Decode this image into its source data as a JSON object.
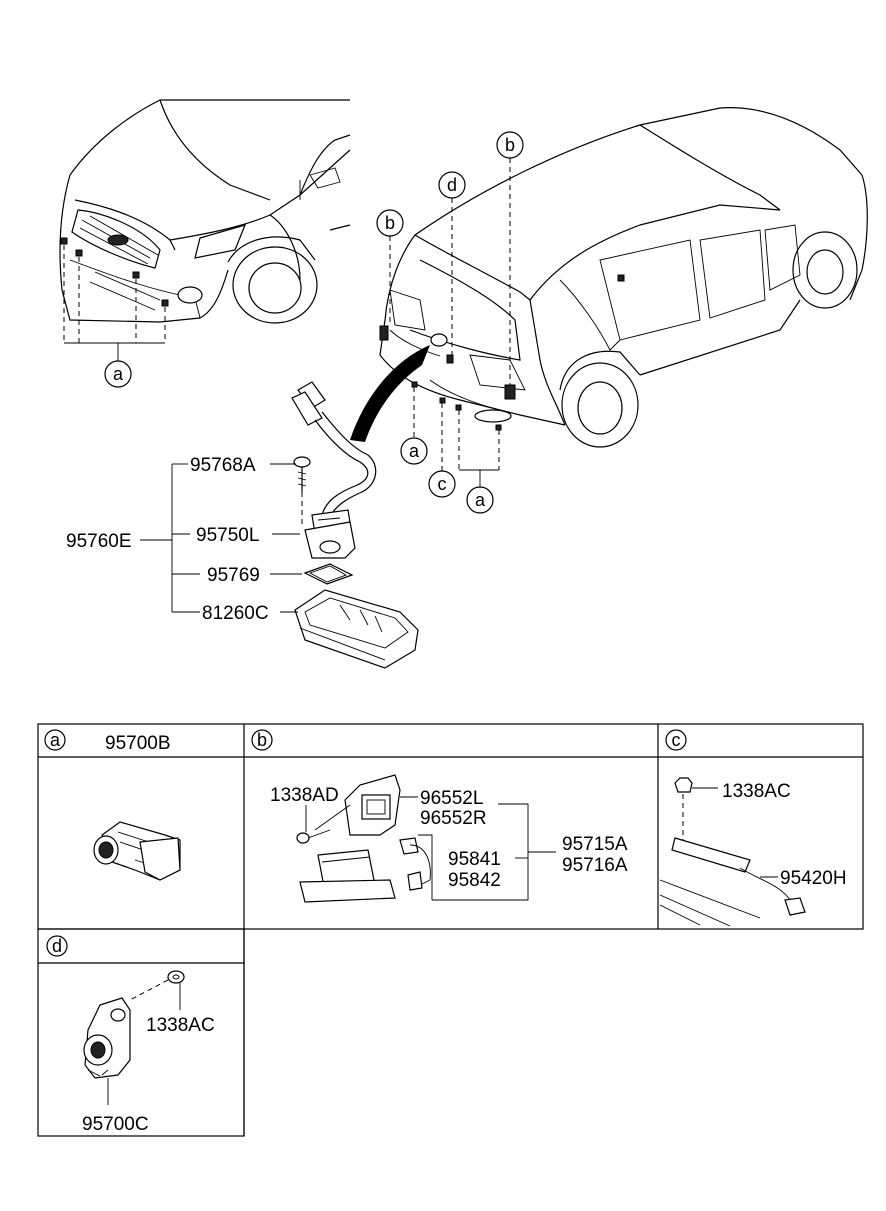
{
  "callout_letters": {
    "a": "a",
    "b": "b",
    "c": "c",
    "d": "d"
  },
  "labels": {
    "p95768A": "95768A",
    "p95760E": "95760E",
    "p95750L": "95750L",
    "p95769": "95769",
    "p81260C": "81260C"
  },
  "table": {
    "a": {
      "letter": "a",
      "part": "95700B"
    },
    "b": {
      "letter": "b",
      "p1338AD": "1338AD",
      "p96552L": "96552L",
      "p96552R": "96552R",
      "p95715A": "95715A",
      "p95716A": "95716A",
      "p95841": "95841",
      "p95842": "95842"
    },
    "c": {
      "letter": "c",
      "p1338AC": "1338AC",
      "p95420H": "95420H"
    },
    "d": {
      "letter": "d",
      "p1338AC": "1338AC",
      "p95700C": "95700C"
    }
  }
}
